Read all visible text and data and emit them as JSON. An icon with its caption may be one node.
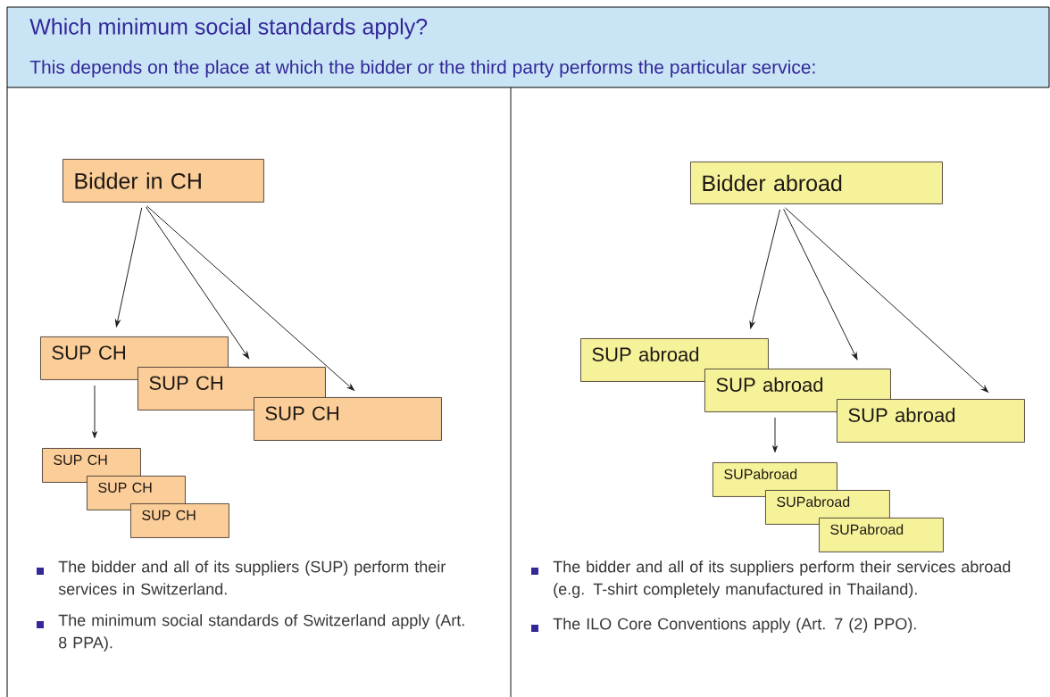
{
  "diagram": {
    "title": "Which minimum social standards apply?",
    "nodes": [
      {
        "text": [
          "Bidder in CH"
        ]
      },
      {
        "text": [
          "SUP CH"
        ]
      },
      {
        "text": [
          "SUP CH"
        ]
      },
      {
        "text": [
          "SUP CH"
        ]
      },
      {
        "text": [
          "SUP CH"
        ]
      },
      {
        "text": [
          "SUP CH"
        ]
      },
      {
        "text": [
          "SUP CH"
        ]
      },
      {
        "text": [
          "Bidder abroad"
        ]
      },
      {
        "text": [
          "SUP abroad"
        ]
      },
      {
        "text": [
          "SUP abroad"
        ]
      },
      {
        "text": [
          "SUP abroad"
        ]
      },
      {
        "text": [
          "SUPabroad"
        ]
      },
      {
        "text": [
          "SUPabroad"
        ]
      },
      {
        "text": [
          "SUPabroad"
        ]
      }
    ],
    "edges": [
      {
        "from": 0,
        "to": 1,
        "arrow": "to"
      },
      {
        "from": 0,
        "to": 2,
        "arrow": "to"
      },
      {
        "from": 0,
        "to": 3,
        "arrow": "to"
      },
      {
        "from": 1,
        "to": 4,
        "arrow": "to"
      },
      {
        "from": 7,
        "to": 8,
        "arrow": "to"
      },
      {
        "from": 7,
        "to": 9,
        "arrow": "to"
      },
      {
        "from": 7,
        "to": 10,
        "arrow": "to"
      },
      {
        "from": 9,
        "to": 11,
        "arrow": "to"
      }
    ],
    "labels": [
      "This depends on the place at which the bidder or the third party performs the particular service:",
      "The bidder and all of its suppliers (SUP) perform their services in Switzerland.",
      "The minimum social standards of Switzerland apply (Art. 8 PPA).",
      "The bidder and all of its suppliers perform their services abroad (e.g. T-shirt completely manufactured in Thailand).",
      "The ILO Core Conventions apply (Art. 7 (2) PPO)."
    ]
  }
}
